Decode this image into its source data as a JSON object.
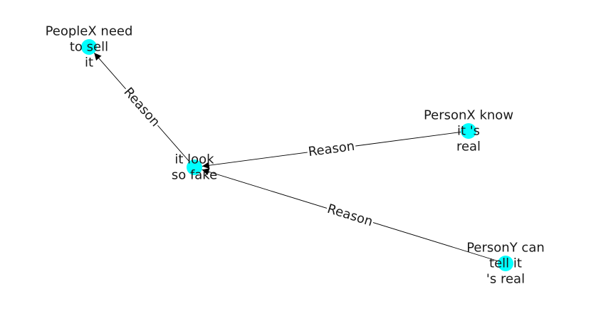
{
  "colors": {
    "node": "#00ffff",
    "edge": "#000000",
    "text": "#1a1a1a",
    "background": "#ffffff"
  },
  "graph": {
    "directed": true,
    "nodes": [
      {
        "id": "it-look-so-fake",
        "label_lines": [
          "it look",
          "so fake"
        ]
      },
      {
        "id": "peoplex-need-to-sell-it",
        "label_lines": [
          "PeopleX need",
          "to sell",
          "it"
        ]
      },
      {
        "id": "personx-know-its-real",
        "label_lines": [
          "PersonX know",
          "it 's",
          "real"
        ]
      },
      {
        "id": "persony-can-tell-its-real",
        "label_lines": [
          "PersonY can",
          "tell it",
          "'s real"
        ]
      }
    ],
    "edges": [
      {
        "source": "it-look-so-fake",
        "target": "peoplex-need-to-sell-it",
        "label": "Reason"
      },
      {
        "source": "personx-know-its-real",
        "target": "it-look-so-fake",
        "label": "Reason"
      },
      {
        "source": "persony-can-tell-its-real",
        "target": "it-look-so-fake",
        "label": "Reason"
      }
    ]
  }
}
